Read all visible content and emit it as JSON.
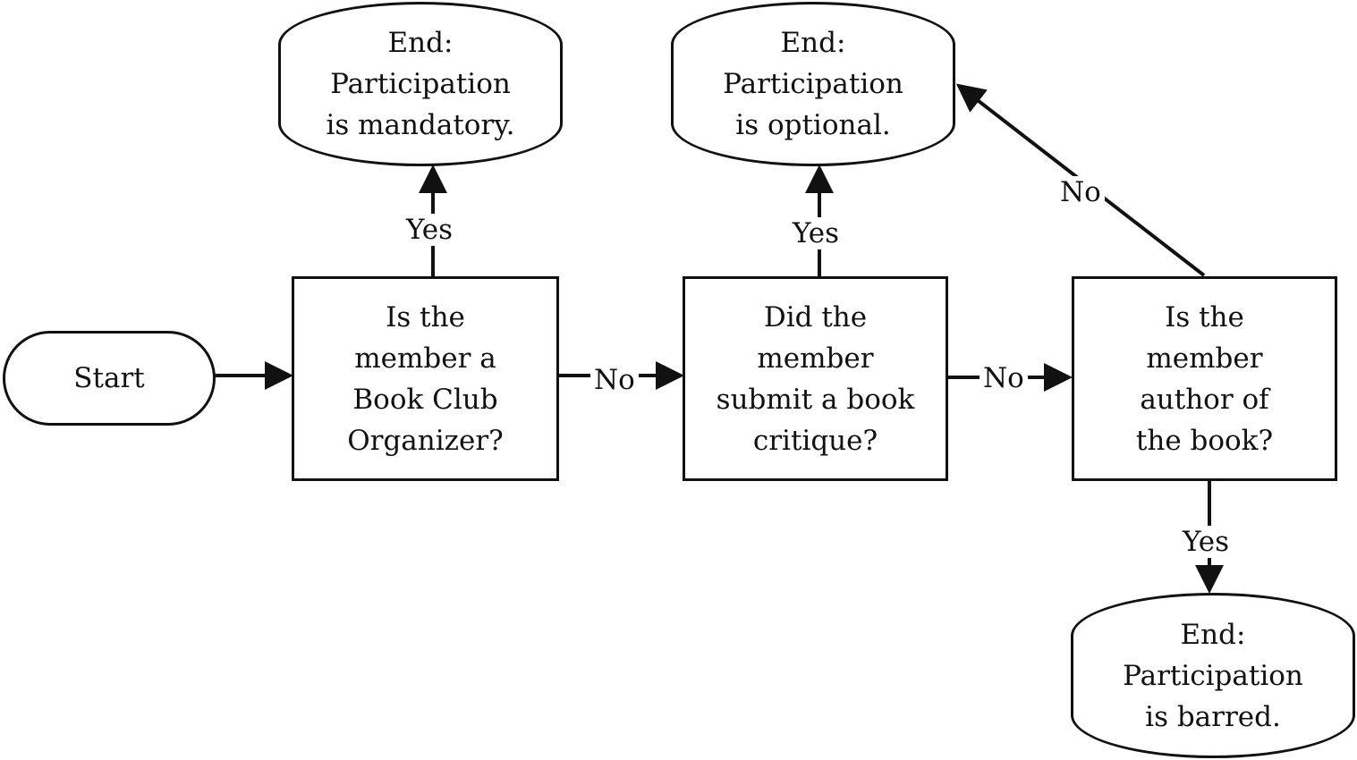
{
  "nodes": {
    "start": "Start",
    "end_mandatory": "End:\nParticipation\nis mandatory.",
    "end_optional": "End:\nParticipation\nis optional.",
    "end_barred": "End:\nParticipation\nis barred.",
    "q_organizer": "Is the\nmember a\nBook Club\nOrganizer?",
    "q_critique": "Did the\nmember\nsubmit a book\ncritique?",
    "q_author": "Is the\nmember\nauthor of\nthe book?"
  },
  "edges": {
    "organizer_yes": "Yes",
    "organizer_no": "No",
    "critique_yes": "Yes",
    "critique_no": "No",
    "author_no": "No",
    "author_yes": "Yes"
  },
  "colors": {
    "stroke": "#111111",
    "background": "#ffffff"
  }
}
